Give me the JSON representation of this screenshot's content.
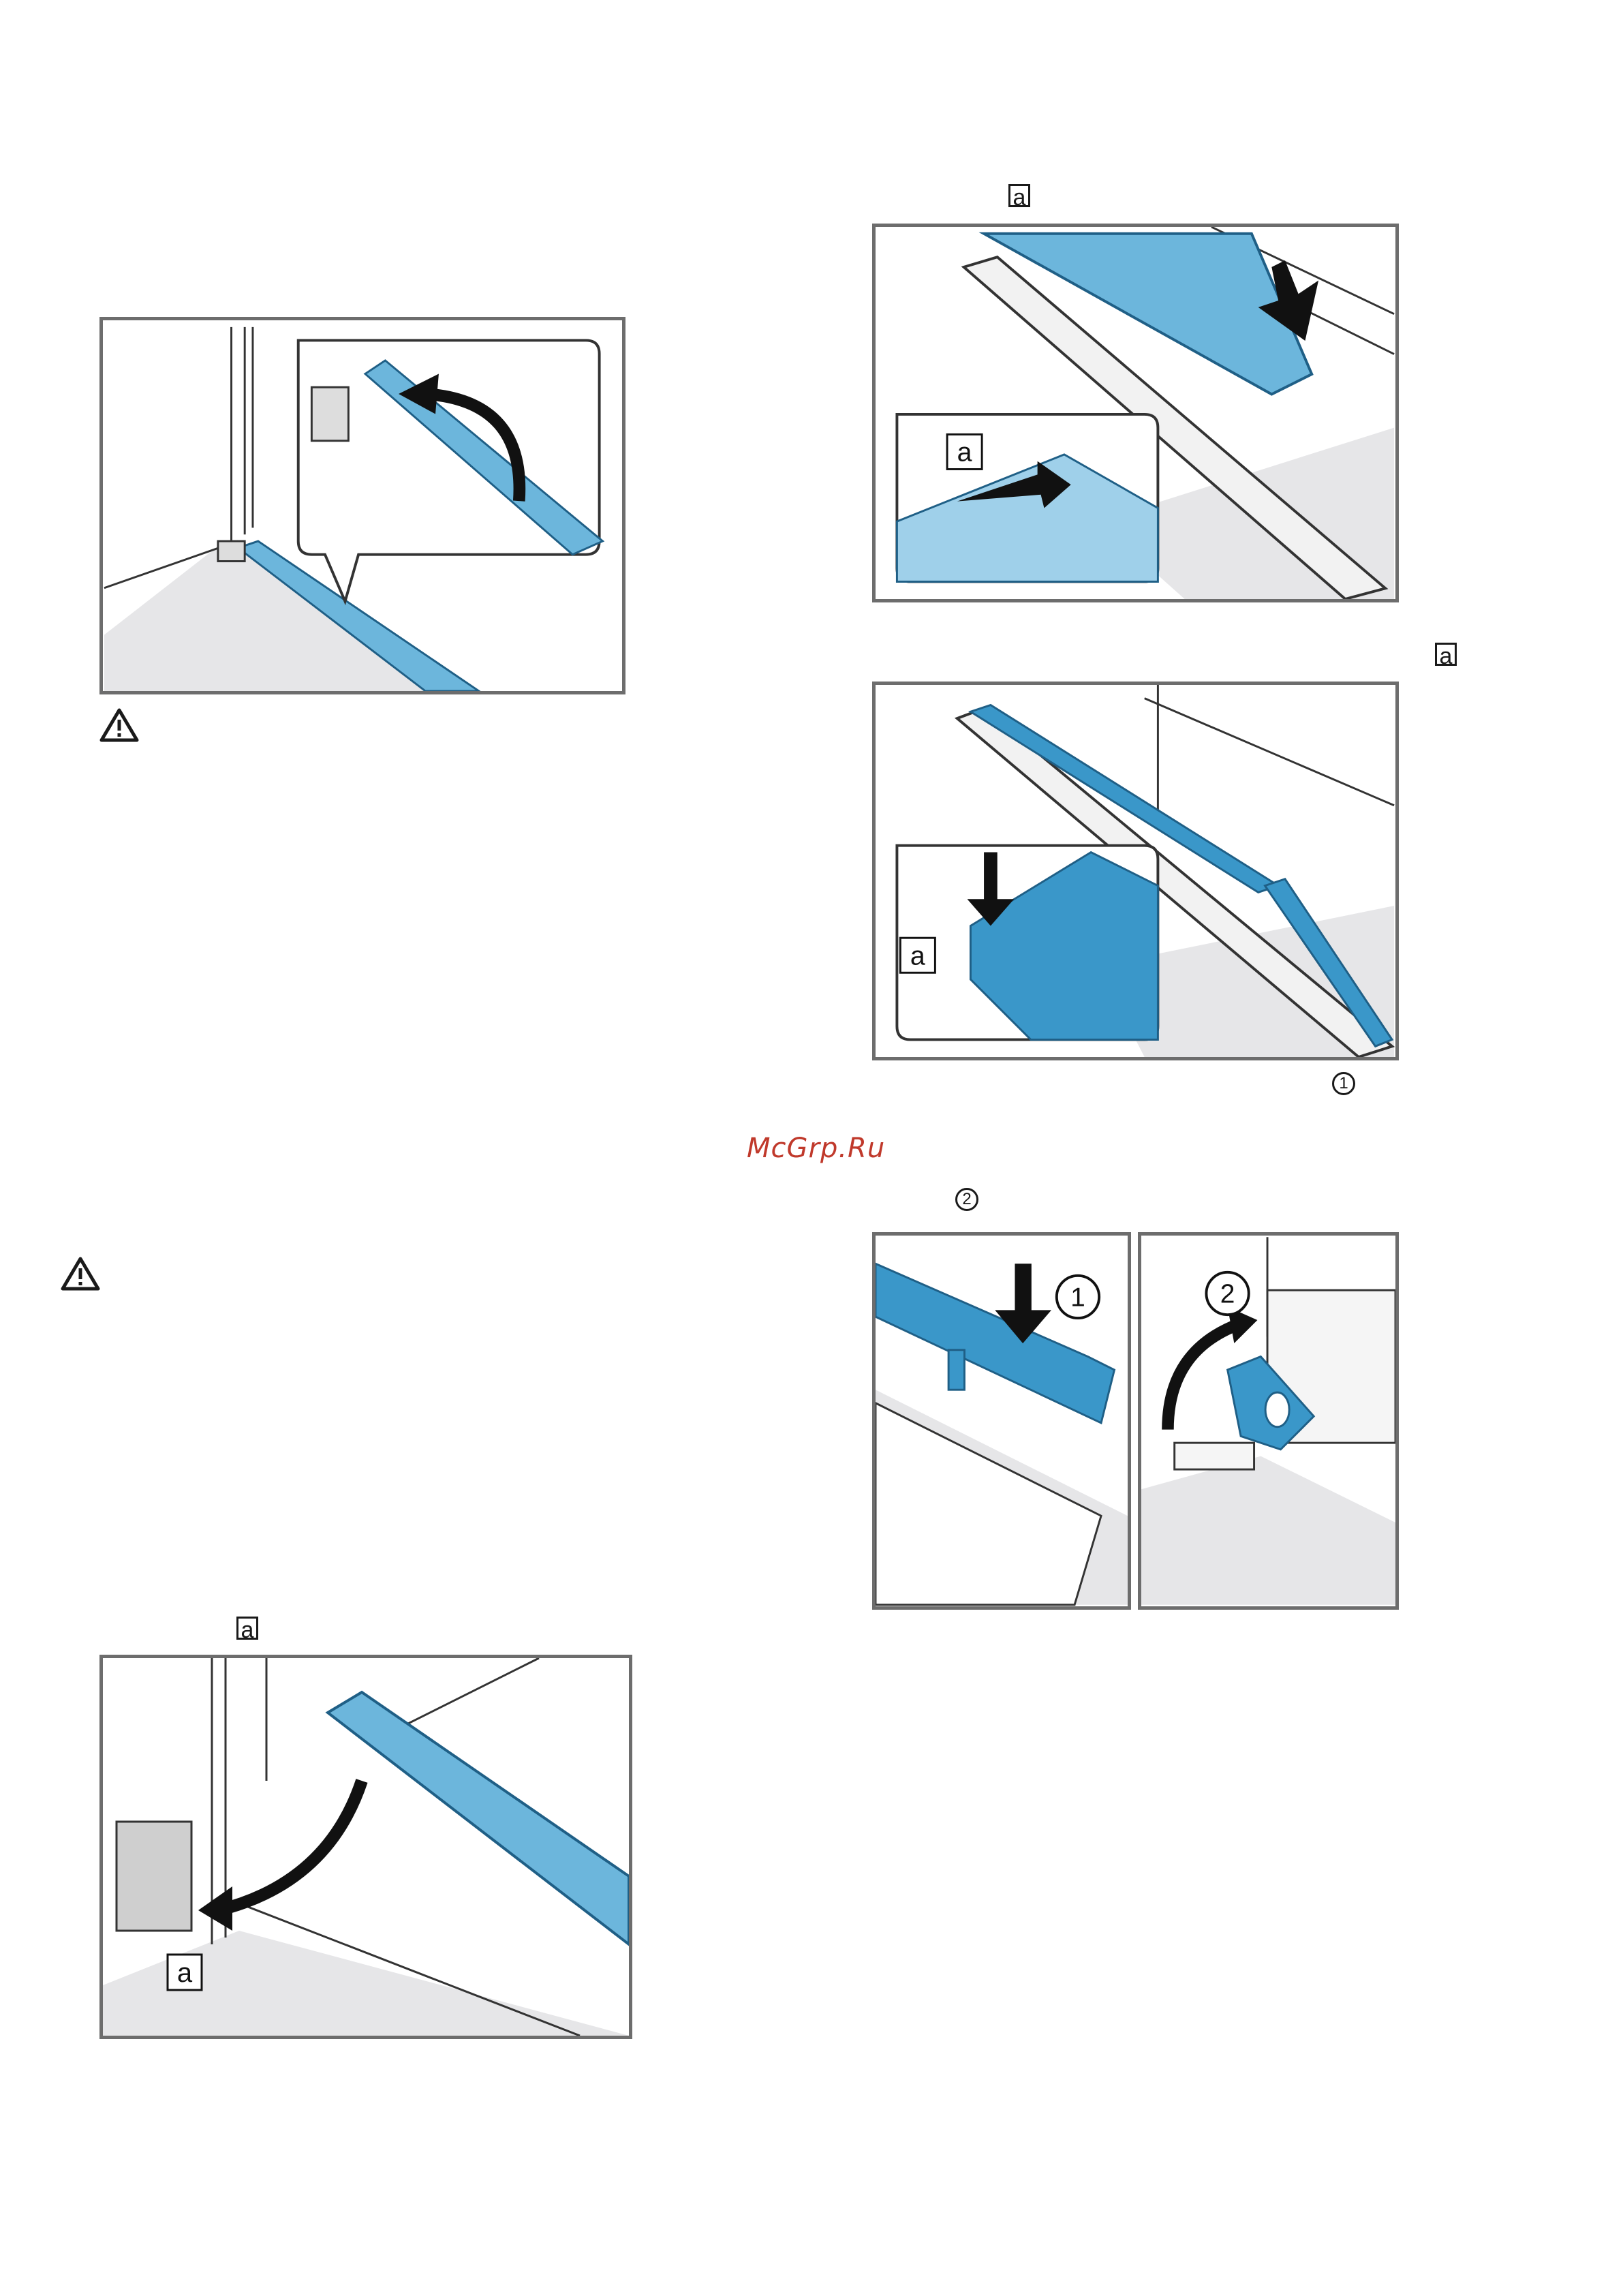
{
  "watermark": "McGrp.Ru",
  "labels": {
    "a": "a",
    "step1": "1",
    "step2": "2"
  },
  "icons": {
    "warning": "warning-triangle-icon"
  },
  "colors": {
    "glass_blue": "#6cb6dc",
    "part_blue": "#3a97c9",
    "frame_gray": "#6d6d6d",
    "shade_gray": "#e6e6e8",
    "watermark_red": "#c0392b"
  }
}
